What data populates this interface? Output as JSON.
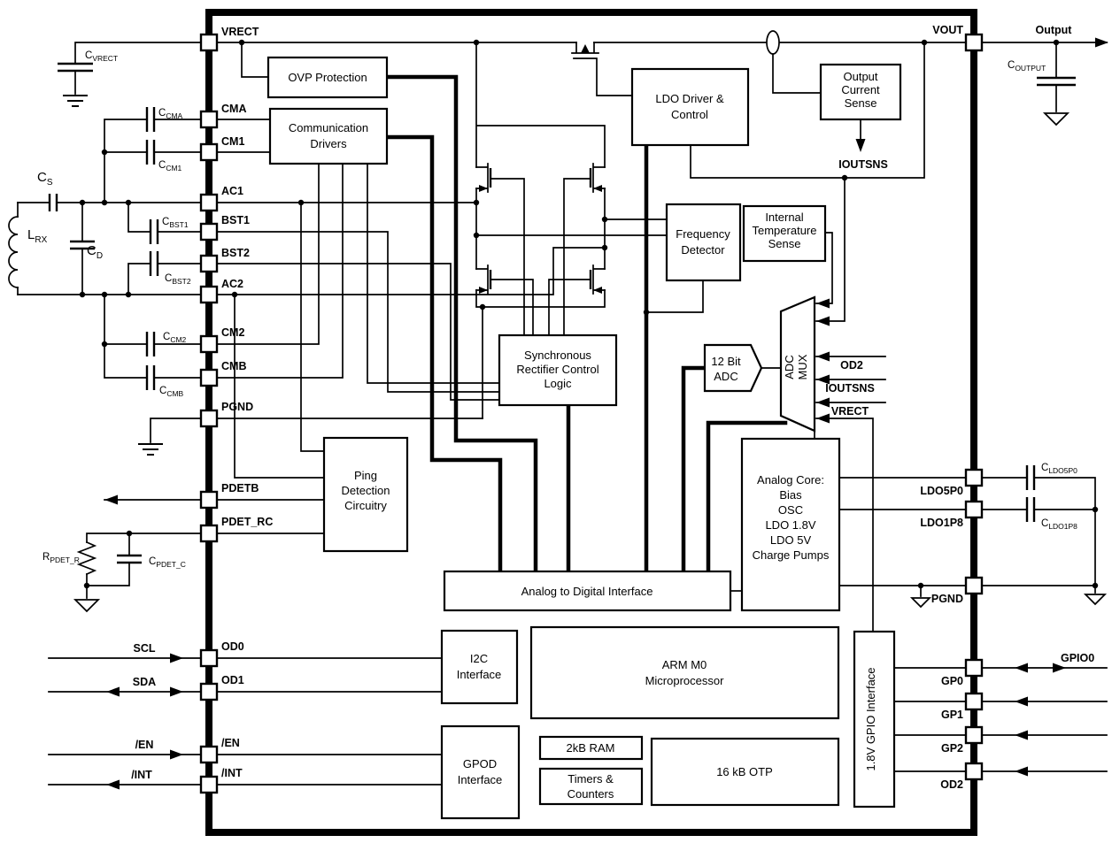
{
  "pins_left": [
    "VRECT",
    "CMA",
    "CM1",
    "AC1",
    "BST1",
    "BST2",
    "AC2",
    "CM2",
    "CMB",
    "PGND",
    "PDETB",
    "PDET_RC",
    "OD0",
    "OD1",
    "/EN",
    "/INT"
  ],
  "pins_right": [
    "VOUT",
    "LDO5P0",
    "LDO1P8",
    "PGND",
    "GP0",
    "GP1",
    "GP2",
    "OD2"
  ],
  "blocks": {
    "ovp": [
      "OVP Protection"
    ],
    "comm": [
      "Communication",
      "Drivers"
    ],
    "ldo": [
      "LDO Driver &",
      "Control"
    ],
    "ocs": [
      "Output",
      "Current",
      "Sense"
    ],
    "freq": [
      "Frequency",
      "Detector"
    ],
    "temp": [
      "Internal",
      "Temperature",
      "Sense"
    ],
    "sync": [
      "Synchronous",
      "Rectifier Control",
      "Logic"
    ],
    "adc": [
      "12 Bit",
      "ADC"
    ],
    "mux": [
      "ADC",
      "MUX"
    ],
    "core": [
      "Analog Core:",
      "Bias",
      "OSC",
      "LDO 1.8V",
      "LDO 5V",
      "Charge Pumps"
    ],
    "ping": [
      "Ping",
      "Detection",
      "Circuitry"
    ],
    "adi": [
      "Analog to Digital Interface"
    ],
    "i2c": [
      "I2C",
      "Interface"
    ],
    "arm": [
      "ARM M0",
      "Microprocessor"
    ],
    "gpod": [
      "GPOD",
      "Interface"
    ],
    "ram": [
      "2kB RAM"
    ],
    "tim": [
      "Timers &",
      "Counters"
    ],
    "otp": [
      "16 kB OTP"
    ],
    "gpio": [
      "1.8V GPIO Interface"
    ]
  },
  "signals": {
    "scl": "SCL",
    "sda": "SDA",
    "en": "/EN",
    "int": "/INT",
    "output": "Output",
    "gpio0": "GPIO0",
    "ioutsns": "IOUTSNS",
    "adc_in": [
      "OD2",
      "IOUTSNS",
      "VRECT"
    ]
  },
  "components": {
    "cvrect": {
      "m": "C",
      "s": "VRECT"
    },
    "cs": {
      "m": "C",
      "s": "S"
    },
    "lrx": {
      "m": "L",
      "s": "RX"
    },
    "cd": {
      "m": "C",
      "s": "D"
    },
    "ccma": {
      "m": "C",
      "s": "CMA"
    },
    "ccm1": {
      "m": "C",
      "s": "CM1"
    },
    "cbst1": {
      "m": "C",
      "s": "BST1"
    },
    "cbst2": {
      "m": "C",
      "s": "BST2"
    },
    "ccm2": {
      "m": "C",
      "s": "CM2"
    },
    "ccmb": {
      "m": "C",
      "s": "CMB"
    },
    "rpdet": {
      "m": "R",
      "s": "PDET_R"
    },
    "cpdet": {
      "m": "C",
      "s": "PDET_C"
    },
    "coutput": {
      "m": "C",
      "s": "OUTPUT"
    },
    "cldo5p0": {
      "m": "C",
      "s": "LDO5P0"
    },
    "cldo1p8": {
      "m": "C",
      "s": "LDO1P8"
    }
  },
  "colors": {
    "line": "#000000",
    "background": "#ffffff"
  }
}
